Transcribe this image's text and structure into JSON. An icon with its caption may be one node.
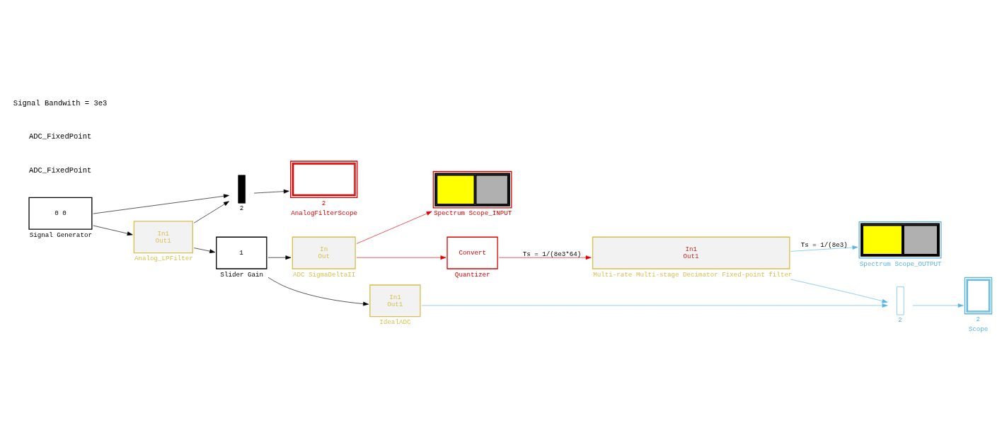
{
  "diagram": {
    "nodes": [
      {
        "text": [
          "0 0"
        ],
        "beside": [
          "Signal Generator"
        ]
      },
      {
        "text": [
          "In1",
          "Out1"
        ],
        "beside": [
          "Analog_LPFilter"
        ]
      },
      {
        "text": [],
        "shape": "bar",
        "beside": [
          "2"
        ]
      },
      {
        "text": [],
        "shape": "box",
        "beside": [
          "2",
          "AnalogFilterScope"
        ]
      },
      {
        "text": [
          "1"
        ],
        "beside": [
          "Slider Gain"
        ]
      },
      {
        "text": [
          "In",
          "Out"
        ],
        "beside": [
          "ADC SigmaDeltaII"
        ]
      },
      {
        "text": [],
        "shape": "picture",
        "beside": [
          "Spectrum Scope_INPUT"
        ]
      },
      {
        "text": [
          "Convert"
        ],
        "beside": [
          "Quantizer"
        ]
      },
      {
        "text": [
          "In1",
          "Out1"
        ],
        "beside": [
          "Multi-rate Multi-stage Decimator Fixed-point filter"
        ]
      },
      {
        "text": [],
        "shape": "picture",
        "beside": [
          "Spectrum Scope_OUTPUT"
        ]
      },
      {
        "text": [
          "In1",
          "Out1"
        ],
        "beside": [
          "IdealADC"
        ]
      },
      {
        "text": [],
        "shape": "bar",
        "beside": [
          "2"
        ]
      },
      {
        "text": [],
        "shape": "box",
        "beside": [
          "2",
          "Scope"
        ]
      }
    ],
    "edges": [
      {
        "from": 0,
        "to": 1,
        "arrow": "to"
      },
      {
        "from": 0,
        "to": 2,
        "arrow": "to"
      },
      {
        "from": 1,
        "to": 2,
        "arrow": "to"
      },
      {
        "from": 1,
        "to": 4,
        "arrow": "to"
      },
      {
        "from": 2,
        "to": 3,
        "arrow": "to"
      },
      {
        "from": 4,
        "to": 5,
        "arrow": "to"
      },
      {
        "from": 4,
        "to": 10,
        "arrow": "to"
      },
      {
        "from": 5,
        "to": 6,
        "arrow": "to",
        "color": "#e00000"
      },
      {
        "from": 5,
        "to": 7,
        "arrow": "to",
        "color": "#e00000"
      },
      {
        "from": 7,
        "to": 8,
        "arrow": "to",
        "color": "#e00000",
        "label": "Ts = 1/(8e3*64)"
      },
      {
        "from": 8,
        "to": 9,
        "arrow": "to",
        "color": "#5ab4e8",
        "label": "Ts = 1/(8e3)"
      },
      {
        "from": 8,
        "to": 11,
        "arrow": "to",
        "color": "#5ab4e8"
      },
      {
        "from": 10,
        "to": 11,
        "arrow": "to",
        "color": "#5ab4e8"
      },
      {
        "from": 11,
        "to": 12,
        "arrow": "to",
        "color": "#5ab4e8"
      }
    ],
    "labels": [
      "ADC_FixedPoint",
      "ADC_FixedPoint",
      "Signal Bandwith = 3e3"
    ]
  }
}
